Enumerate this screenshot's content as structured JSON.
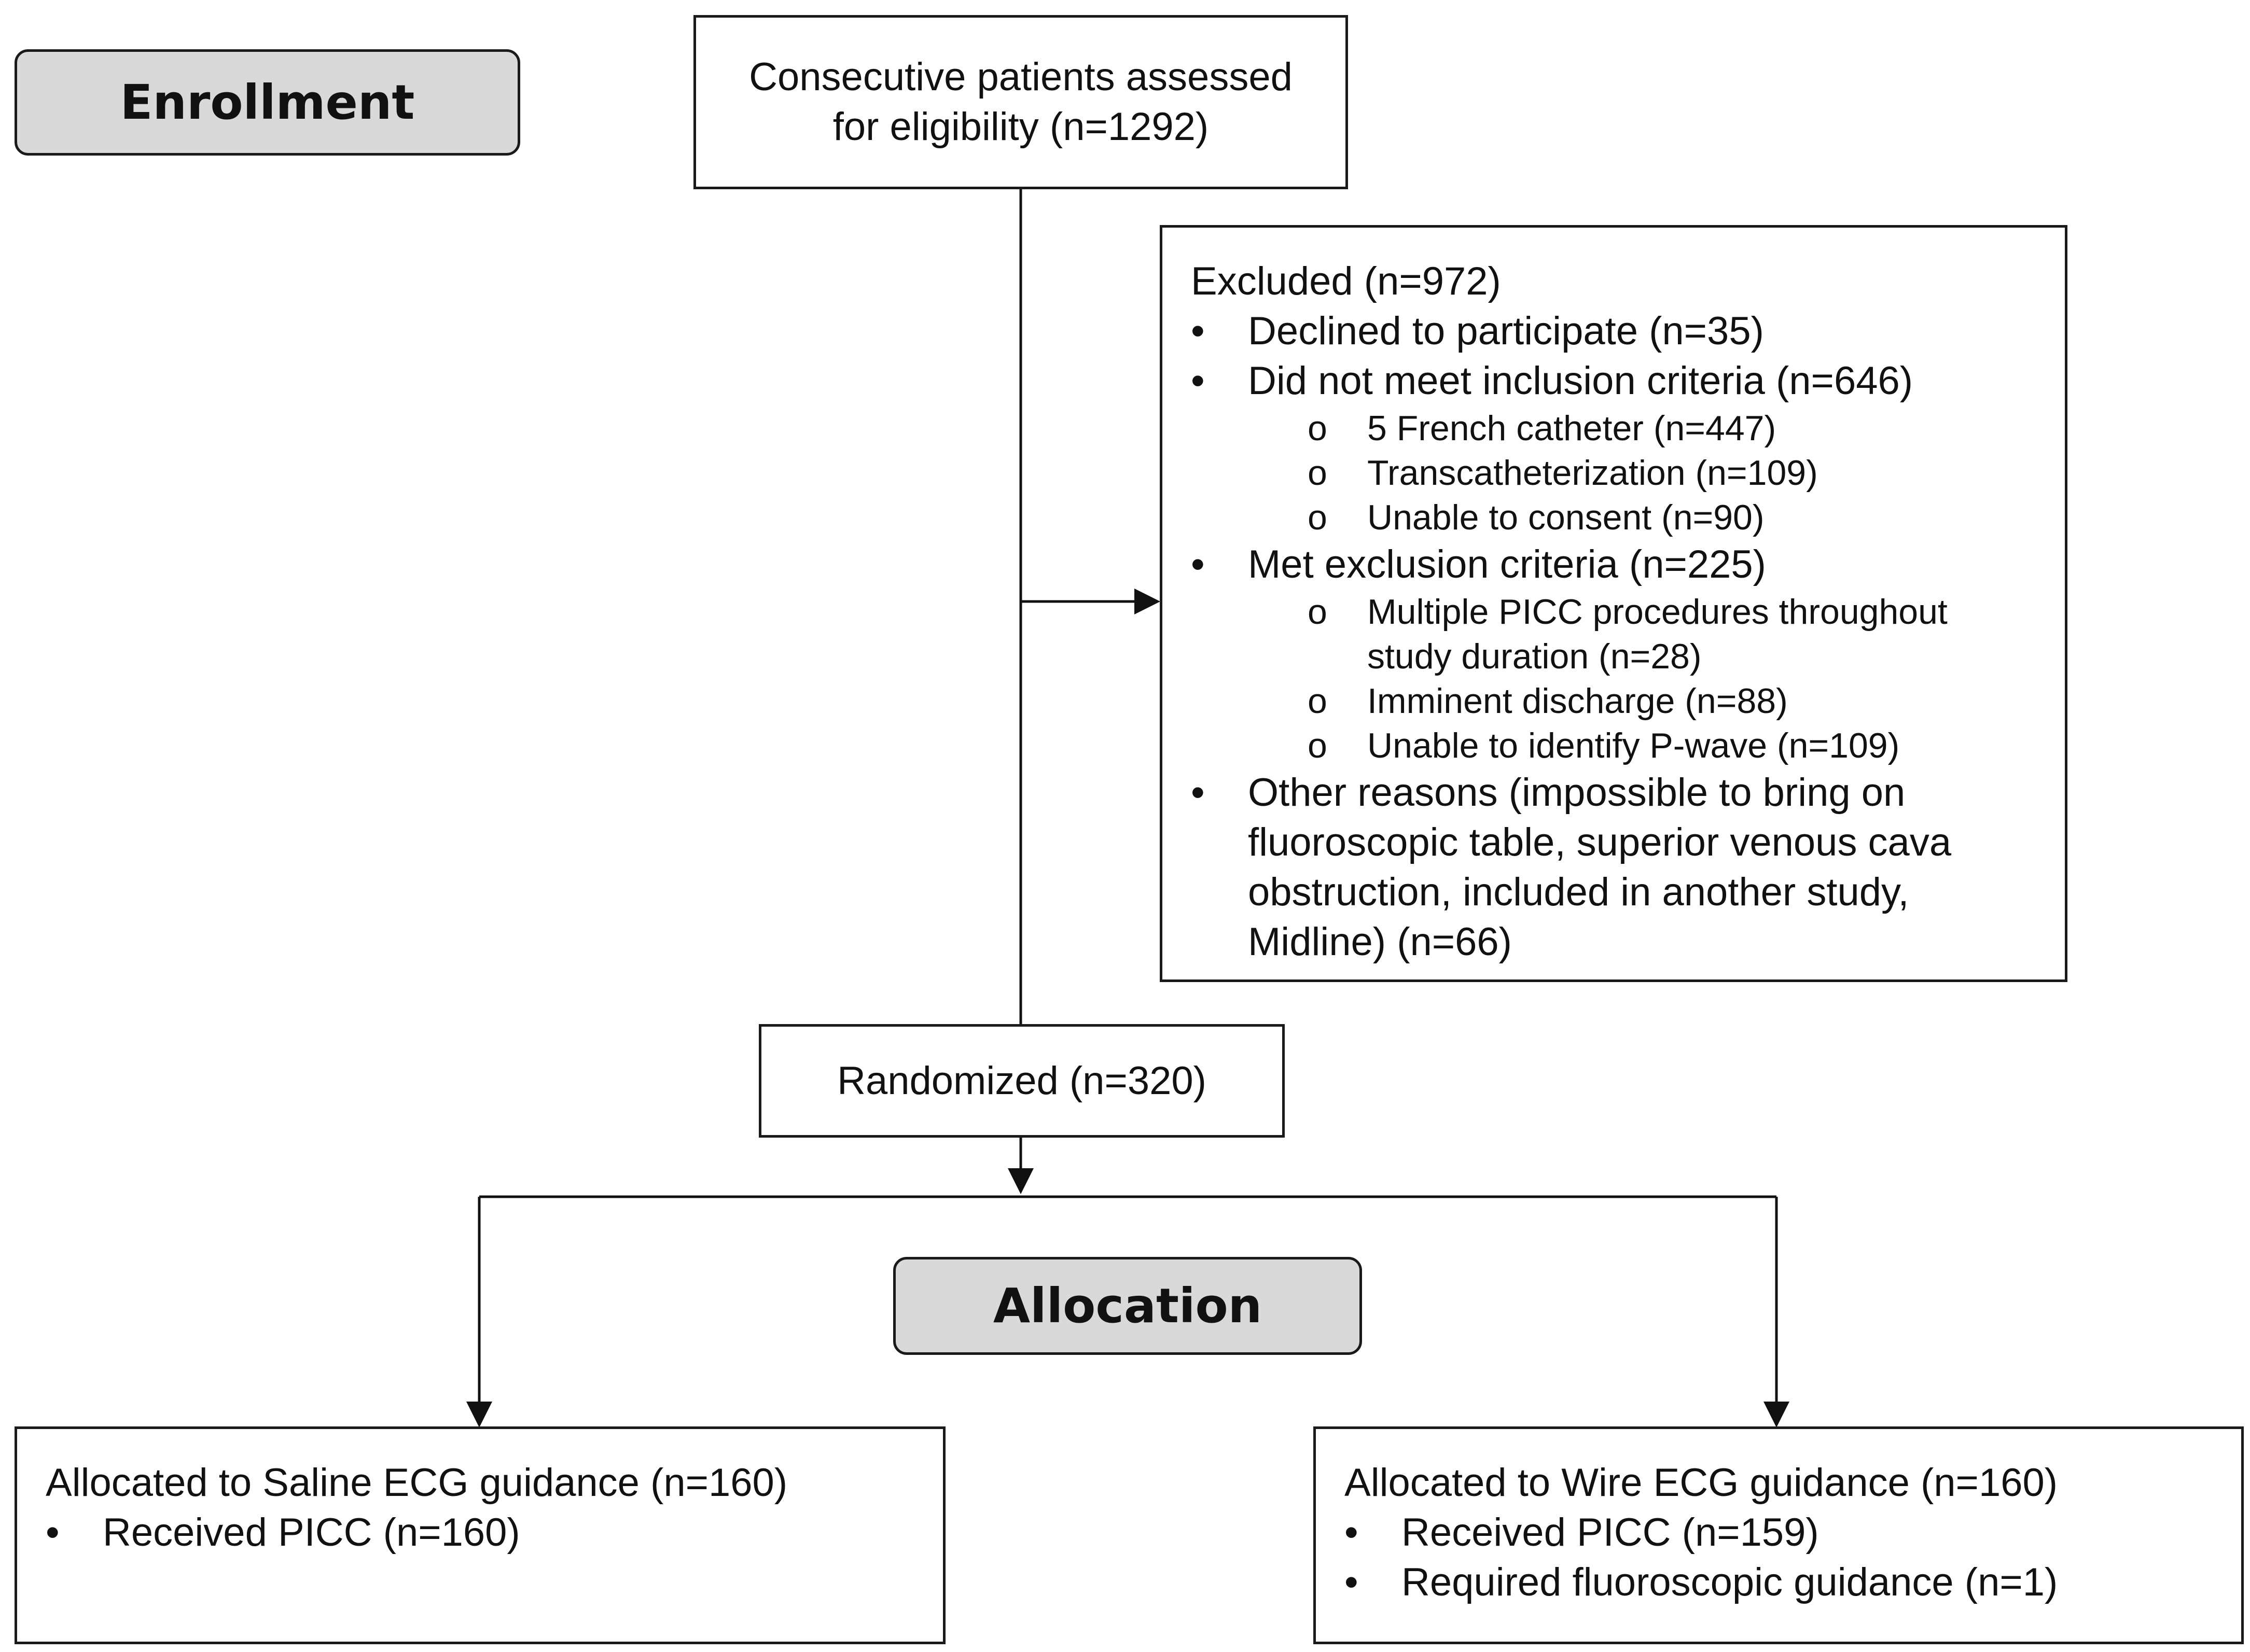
{
  "stages": {
    "enrollment": "Enrollment",
    "allocation": "Allocation"
  },
  "assessed": {
    "line1": "Consecutive patients assessed",
    "line2": "for eligibility (n=1292)"
  },
  "excluded": {
    "title": "Excluded (n=972)",
    "bullet_glyph": "•",
    "sub_glyph": "o",
    "declined": "Declined to participate (n=35)",
    "inclusion": {
      "label": "Did not meet inclusion criteria (n=646)",
      "items": [
        "5 French catheter (n=447)",
        "Transcatheterization (n=109)",
        "Unable to consent (n=90)"
      ]
    },
    "exclusion": {
      "label": "Met exclusion criteria (n=225)",
      "items": [
        {
          "line1": "Multiple PICC procedures throughout",
          "line2": "study duration (n=28)"
        },
        {
          "line1": "Imminent discharge (n=88)"
        },
        {
          "line1": "Unable to identify P-wave (n=109)"
        }
      ]
    },
    "other": {
      "line1": "Other reasons (impossible to bring on",
      "line2": "fluoroscopic table, superior venous cava",
      "line3": "obstruction, included in another study,",
      "line4": "Midline) (n=66)"
    }
  },
  "randomized": "Randomized (n=320)",
  "saline": {
    "title": "Allocated to Saline ECG guidance (n=160)",
    "items": [
      "Received PICC (n=160)"
    ]
  },
  "wire": {
    "title": "Allocated to Wire ECG guidance (n=160)",
    "items": [
      "Received PICC (n=159)",
      "Required fluoroscopic guidance (n=1)"
    ]
  }
}
